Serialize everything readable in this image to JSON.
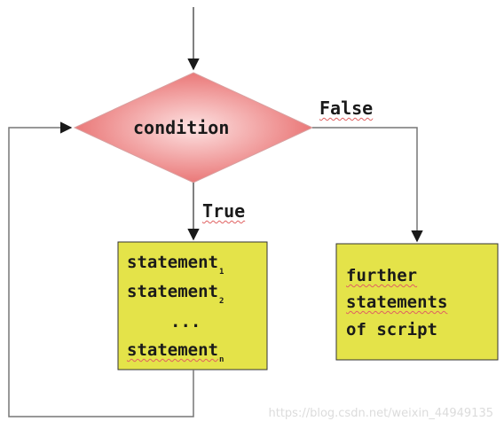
{
  "diagram": {
    "decision": {
      "label": "condition"
    },
    "edges": {
      "false_label": "False",
      "true_label": "True"
    },
    "loop_body": {
      "lines": [
        {
          "text": "statement",
          "sub": "1"
        },
        {
          "text": "statement",
          "sub": "2"
        },
        {
          "text": "...",
          "sub": ""
        },
        {
          "text": "statement",
          "sub": "n"
        }
      ]
    },
    "exit_box": {
      "lines": [
        "further",
        "statements",
        "of script"
      ]
    }
  },
  "colors": {
    "decision_fill_light": "#fde2e2",
    "decision_fill_dark": "#e86d6d",
    "box_fill": "#e4e349",
    "box_border": "#333333",
    "line": "#666666"
  },
  "watermark": "https://blog.csdn.net/weixin_44949135"
}
